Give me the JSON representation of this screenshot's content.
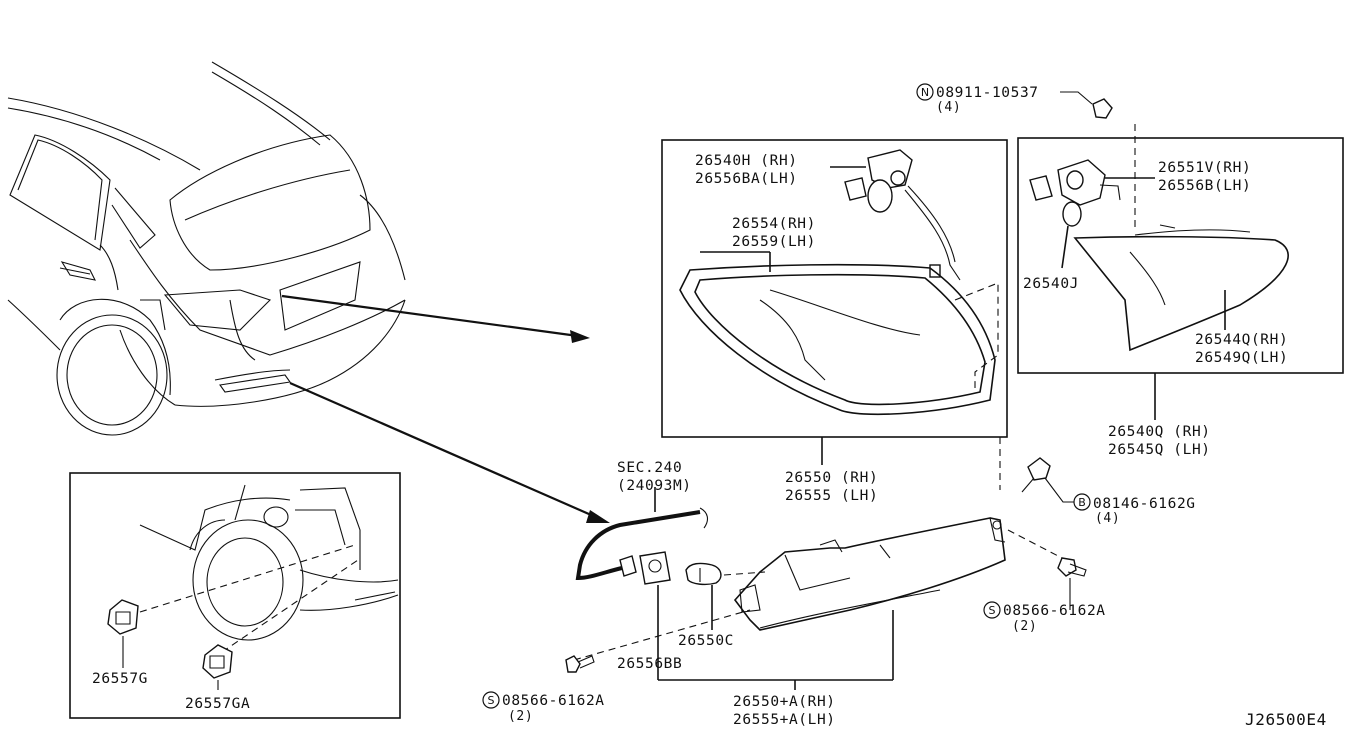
{
  "diagram_id": "J26500E4",
  "labels": {
    "nut_code": "08911-10537",
    "nut_qty": "(4)",
    "bulb_socket_rh": "26540H  (RH)",
    "bulb_socket_lh": "26556BA(LH)",
    "lens_rh": "26554(RH)",
    "lens_lh": "26559(LH)",
    "gasket_rh": "26551V(RH)",
    "gasket_lh": "26556B(LH)",
    "bulb_j": "26540J",
    "inner_lens_rh": "26544Q(RH)",
    "inner_lens_lh": "26549Q(LH)",
    "inner_assy_rh": "26540Q (RH)",
    "inner_assy_lh": "26545Q (LH)",
    "combo_assy_rh": "26550 (RH)",
    "combo_assy_lh": "26555 (LH)",
    "sec_ref": "SEC.240",
    "sec_sub": "(24093M)",
    "bolt_b_code": "08146-6162G",
    "bolt_b_qty": "(4)",
    "screw_s_right_code": "08566-6162A",
    "screw_s_right_qty": "(2)",
    "bulb_c": "26550C",
    "socket_bb": "26556BB",
    "screw_s_left_code": "08566-6162A",
    "screw_s_left_qty": "(2)",
    "reflex_assy_rh": "26550+A(RH)",
    "reflex_assy_lh": "26555+A(LH)",
    "clip_g": "26557G",
    "clip_ga": "26557GA"
  },
  "symbols": {
    "nut": "N",
    "bolt": "B",
    "screw": "S"
  }
}
